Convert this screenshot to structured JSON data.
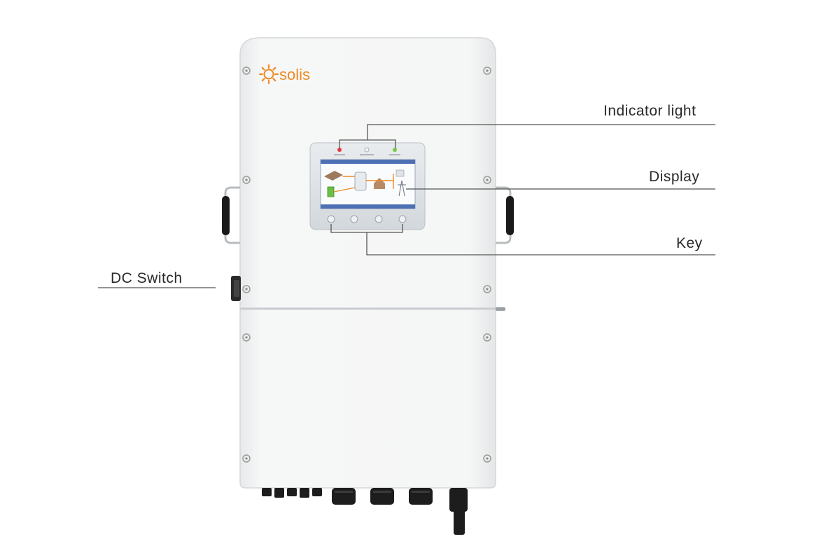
{
  "brand": {
    "name": "solis",
    "color": "#f08a24"
  },
  "callouts": {
    "indicator_light": "Indicator light",
    "display": "Display",
    "key": "Key",
    "dc_switch": "DC Switch"
  },
  "colors": {
    "body": "#f4f5f5",
    "body_edge": "#d9dbdc",
    "screen_frame": "#dfe3e7",
    "screen_blue": "#4d6fb3",
    "handle": "#1a1a1a",
    "line": "#555555"
  }
}
